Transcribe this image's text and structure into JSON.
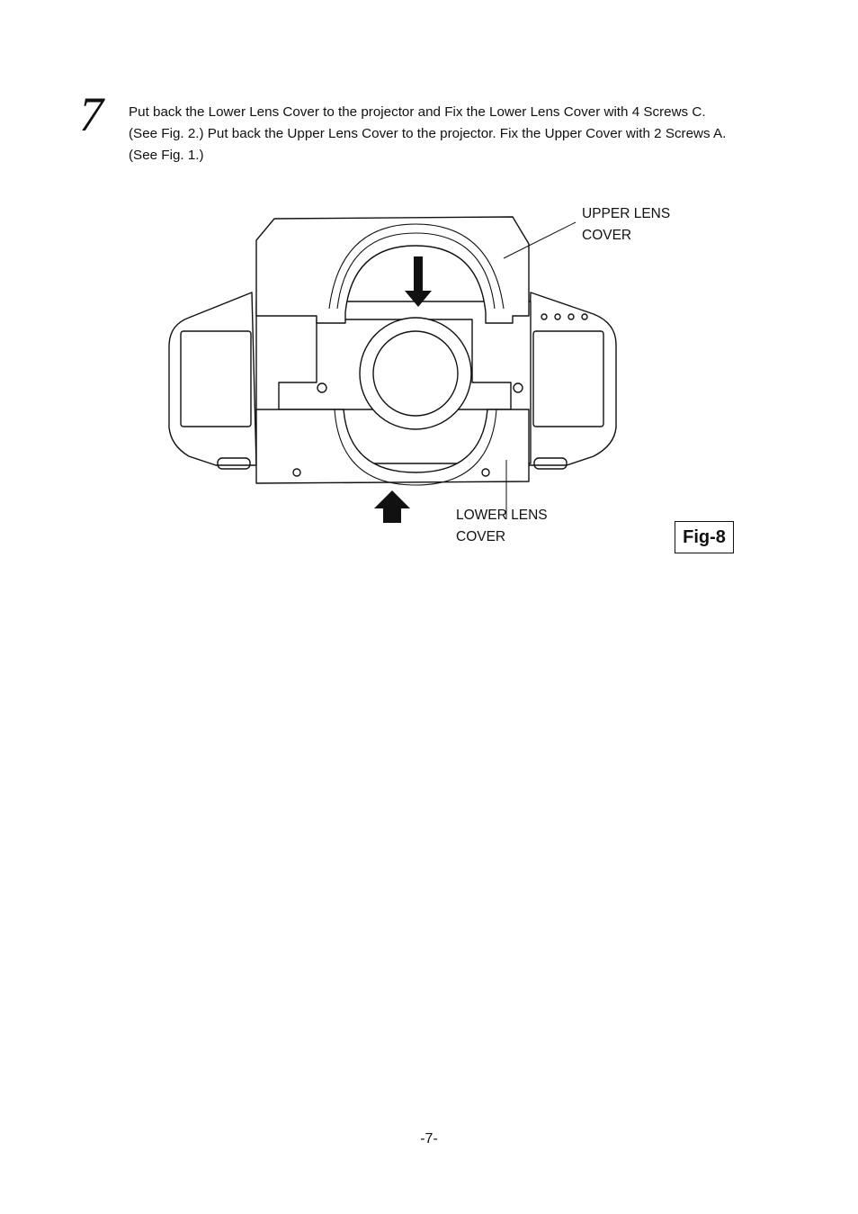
{
  "step": {
    "number": "7"
  },
  "instructions": {
    "line1": "Put back the Lower Lens Cover to the projector and Fix the Lower Lens Cover with 4 Screws C.",
    "line2": "(See Fig. 2.) Put back the Upper Lens Cover to the projector. Fix the Upper Cover with 2 Screws A.",
    "line3": "(See Fig. 1.)"
  },
  "figure": {
    "upper_label": {
      "line1": "UPPER LENS",
      "line2": "COVER"
    },
    "lower_label": {
      "line1": "LOWER LENS",
      "line2": "COVER"
    },
    "tag": "Fig-8"
  },
  "page": {
    "number": "-7-"
  }
}
